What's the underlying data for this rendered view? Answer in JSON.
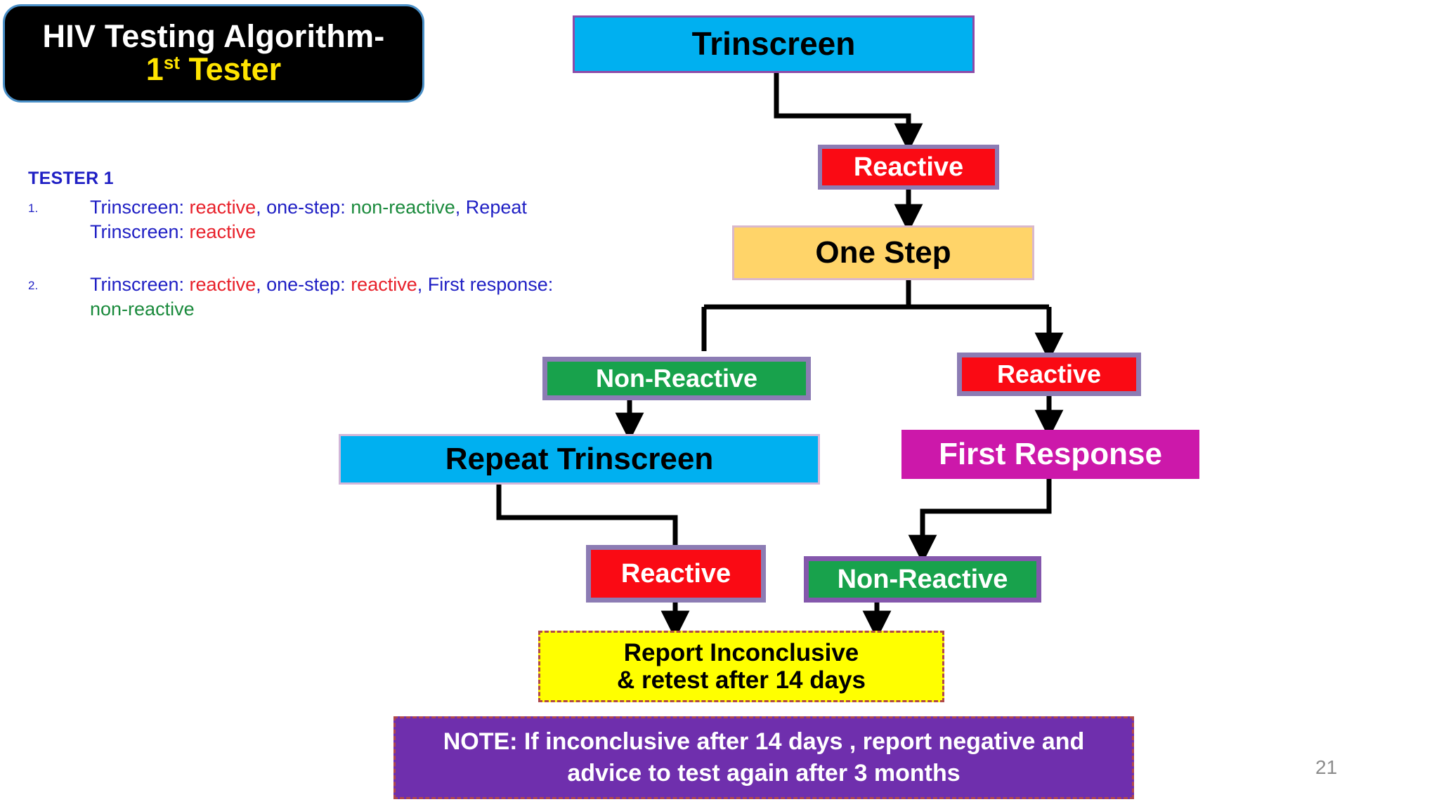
{
  "title": {
    "line1": "HIV Testing Algorithm-",
    "line2_number": "1",
    "line2_sup": "st",
    "line2_rest": " Tester"
  },
  "tester_block": {
    "heading": "TESTER 1",
    "items": [
      {
        "number": "1.",
        "segments": [
          {
            "text": "Trinscreen: ",
            "color": "blue"
          },
          {
            "text": "reactive",
            "color": "red"
          },
          {
            "text": ", ",
            "color": "blue"
          },
          {
            "text": "one-step",
            "color": "blue"
          },
          {
            "text": ": ",
            "color": "blue"
          },
          {
            "text": "non-reactive",
            "color": "green"
          },
          {
            "text": ", Repeat Trinscreen: ",
            "color": "blue"
          },
          {
            "text": "reactive",
            "color": "red"
          }
        ]
      },
      {
        "number": "2.",
        "segments": [
          {
            "text": "Trinscreen: ",
            "color": "blue"
          },
          {
            "text": "reactive",
            "color": "red"
          },
          {
            "text": ", one-step: ",
            "color": "blue"
          },
          {
            "text": "reactive",
            "color": "red"
          },
          {
            "text": ", First response: ",
            "color": "blue"
          },
          {
            "text": "non-reactive",
            "color": "green"
          }
        ]
      }
    ]
  },
  "flowchart": {
    "nodes": {
      "trinscreen": "Trinscreen",
      "reactive_1": "Reactive",
      "one_step": "One Step",
      "non_reactive_1": "Non-Reactive",
      "reactive_2": "Reactive",
      "repeat_trinscreen": "Repeat Trinscreen",
      "first_response": "First Response",
      "reactive_3": "Reactive",
      "non_reactive_2": "Non-Reactive",
      "report_line1": "Report Inconclusive",
      "report_line2": "& retest after 14 days",
      "note_line1": "NOTE: If inconclusive after 14 days , report negative and",
      "note_line2": "advice to test again after 3 months"
    }
  },
  "colors": {
    "cyan": "#00b0f0",
    "red": "#fa0a14",
    "gold": "#ffd469",
    "green": "#18a24c",
    "magenta": "#cc18aa",
    "yellow": "#ffff00",
    "purple": "#6f2fad",
    "border_lavender": "#8c7cb4",
    "title_yellow": "#ffe400",
    "link_blue": "#1f1fc4"
  },
  "page_number": "21"
}
